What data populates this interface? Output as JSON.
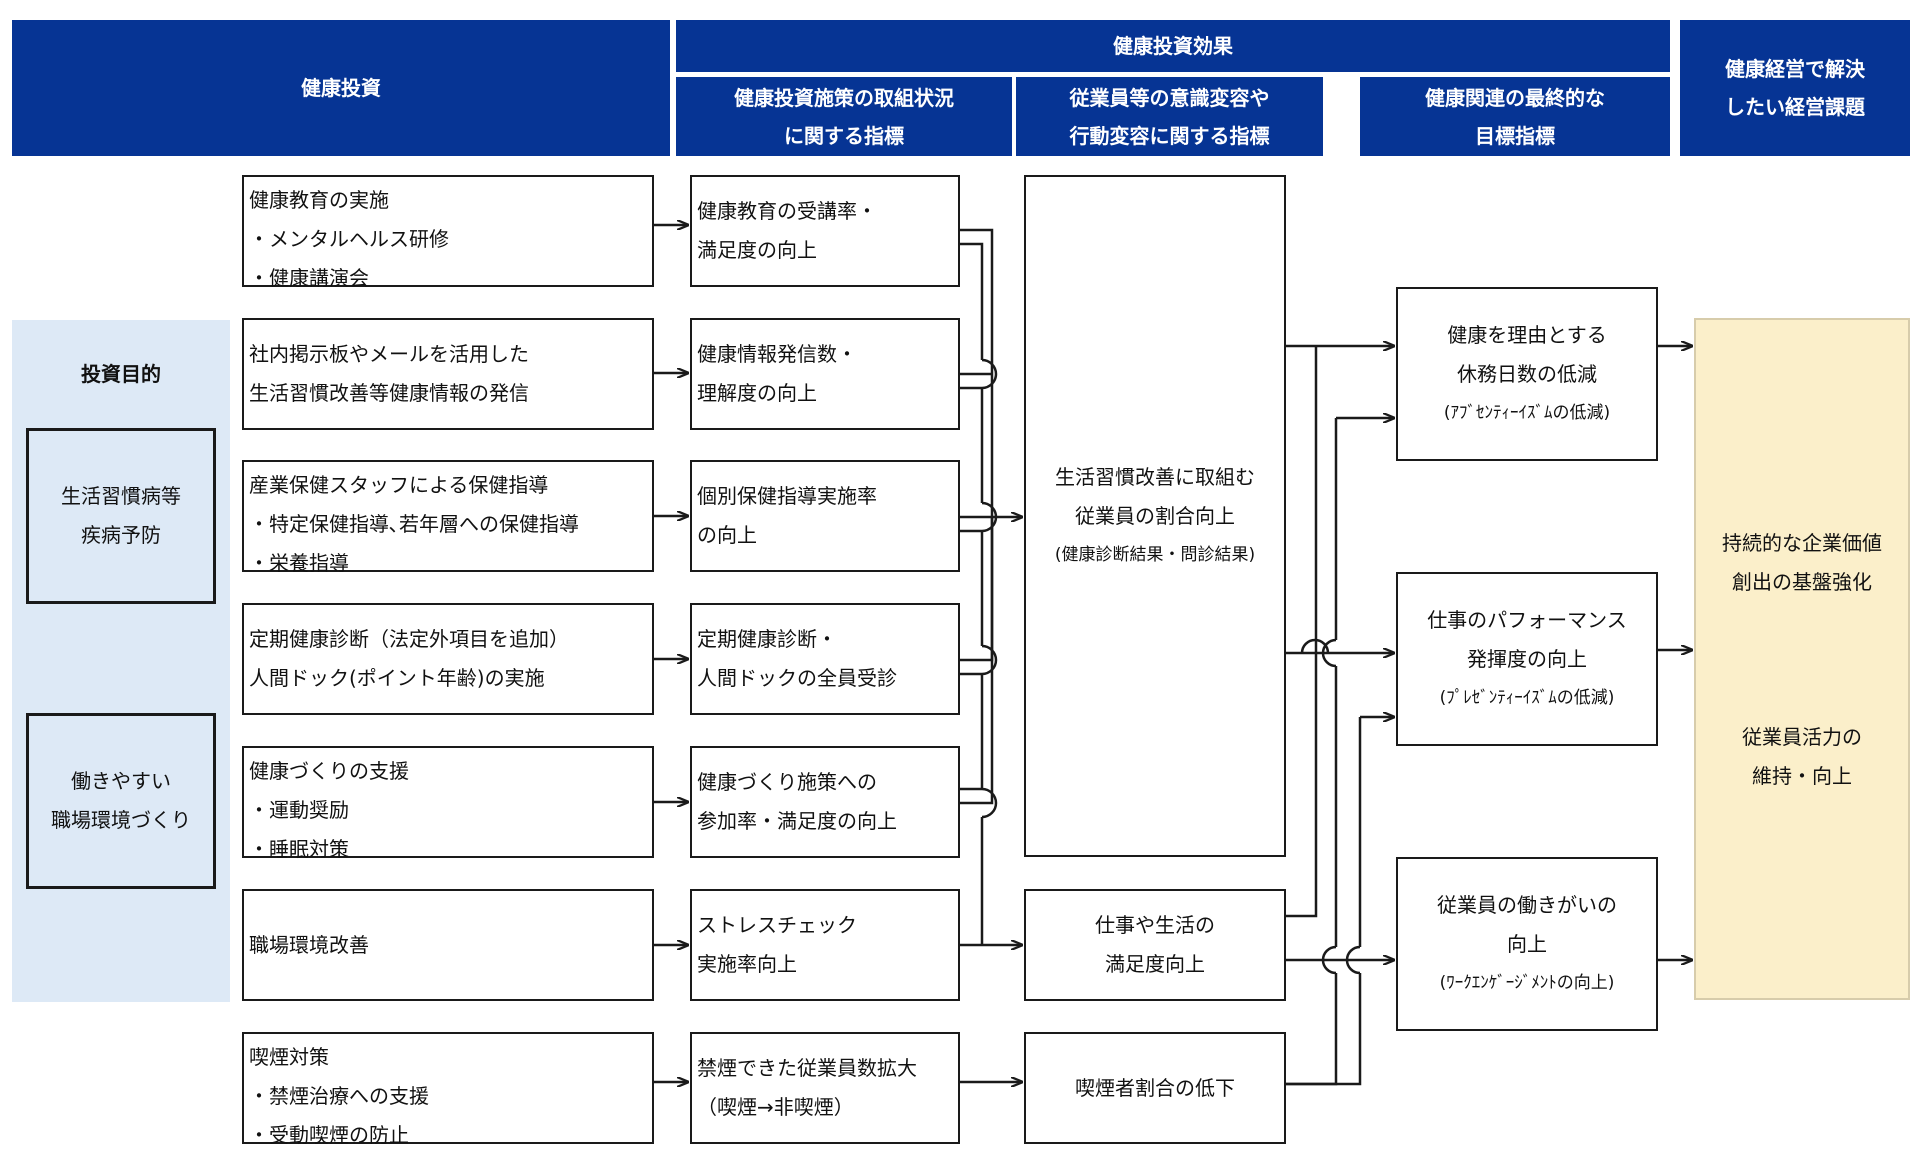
{
  "header": {
    "investment": "健康投資",
    "effect": "健康投資効果",
    "measures": "健康投資施策の取組状況\nに関する指標",
    "behavior": "従業員等の意識変容や\n行動変容に関する指標",
    "final": "健康関連の最終的な\n目標指標",
    "issues": "健康経営で解決\nしたい経営課題"
  },
  "purpose": {
    "title": "投資目的",
    "items": [
      [
        "生活習慣病等",
        "疾病予防"
      ],
      [
        "働きやすい",
        "職場環境づくり"
      ]
    ]
  },
  "investments": [
    [
      "健康教育の実施",
      "・メンタルヘルス研修",
      "・健康講演会"
    ],
    [
      "社内掲示板やメールを活用した",
      "生活習慣改善等健康情報の発信"
    ],
    [
      "産業保健スタッフによる保健指導",
      "・特定保健指導､若年層への保健指導",
      "・栄養指導"
    ],
    [
      "定期健康診断（法定外項目を追加）",
      "人間ドック(ポイント年齢)の実施"
    ],
    [
      "健康づくりの支援",
      "・運動奨励",
      "・睡眠対策"
    ],
    [
      "職場環境改善"
    ],
    [
      "喫煙対策",
      "・禁煙治療への支援",
      "・受動喫煙の防止"
    ]
  ],
  "measures": [
    [
      "健康教育の受講率・",
      "満足度の向上"
    ],
    [
      "健康情報発信数・",
      "理解度の向上"
    ],
    [
      "個別保健指導実施率",
      "の向上"
    ],
    [
      "定期健康診断・",
      "人間ドックの全員受診"
    ],
    [
      "健康づくり施策への",
      "参加率・満足度の向上"
    ],
    [
      "ストレスチェック",
      "実施率向上"
    ],
    [
      "禁煙できた従業員数拡大",
      "（喫煙→非喫煙）"
    ]
  ],
  "behavior": {
    "lifestyle": [
      "生活習慣改善に取組む",
      "従業員の割合向上"
    ],
    "lifestyle_note": "(健康診断結果・問診結果)",
    "satisfaction": [
      "仕事や生活の",
      "満足度向上"
    ],
    "smoking": [
      "喫煙者割合の低下"
    ]
  },
  "final": [
    {
      "lines": [
        "健康を理由とする",
        "休務日数の低減"
      ],
      "note": "(ｱﾌﾞｾﾝﾃｨｰｲｽﾞﾑの低減)"
    },
    {
      "lines": [
        "仕事のパフォーマンス",
        "発揮度の向上"
      ],
      "note": "(ﾌﾟﾚｾﾞﾝﾃｨｰｲｽﾞﾑの低減)"
    },
    {
      "lines": [
        "従業員の働きがいの",
        "向上"
      ],
      "note": "(ﾜｰｸｴﾝｹﾞｰｼﾞﾒﾝﾄの向上)"
    }
  ],
  "goal": {
    "line1": "持続的な企業価値",
    "line2": "創出の基盤強化",
    "line3": "従業員活力の",
    "line4": "維持・向上"
  },
  "colors": {
    "header_bg": "#063494",
    "panel_bg": "#dde9f6",
    "goal_bg": "#fbefca"
  }
}
